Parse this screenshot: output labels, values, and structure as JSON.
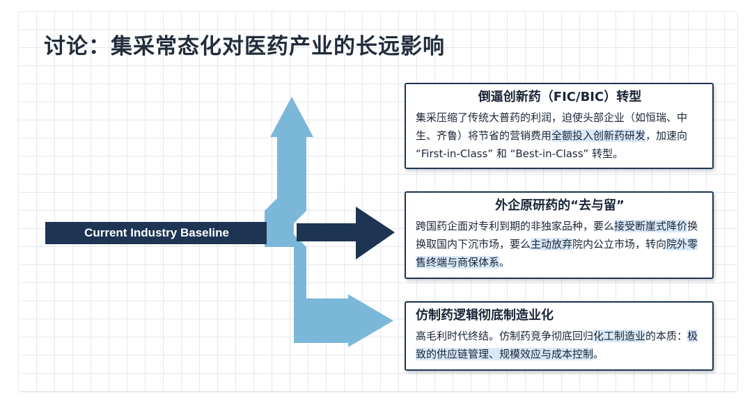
{
  "title": "讨论：集采常态化对医药产业的长远影响",
  "baseline_label": "Current Industry Baseline",
  "colors": {
    "arrow_light": "#7bb7d9",
    "arrow_dark": "#1d3553",
    "card_border": "#1d3553",
    "highlight": "#d9e9f8"
  },
  "cards": [
    {
      "title": "倒逼创新药（FIC/BIC）转型",
      "body_1": "集采压缩了传统大普药的利润，迫使头部企业（如恒瑞、中生、齐鲁）将节省的营销费用",
      "highlight_1": "全额投入创新药研发",
      "body_2": "，加速向 “First-in-Class” 和 “Best-in-Class” 转型。"
    },
    {
      "title": "外企原研药的“去与留”",
      "body_1": "跨国药企面对专利到期的非独家品种，要么",
      "highlight_1": "接受断崖式降价",
      "body_2": "换换取国内下沉市场，要么",
      "highlight_2": "主动放弃",
      "body_3": "院内公立市场，转向",
      "highlight_3": "院外零售终端与商保体系",
      "body_4": "。"
    },
    {
      "title": "仿制药逻辑彻底制造业化",
      "body_1": "高毛利时代终结。仿制药竞争彻底回归",
      "highlight_1": "化工制造业",
      "body_2": "的本质：",
      "highlight_2": "极致的供应链管理、规模效应与成本控制",
      "body_3": "。"
    }
  ]
}
